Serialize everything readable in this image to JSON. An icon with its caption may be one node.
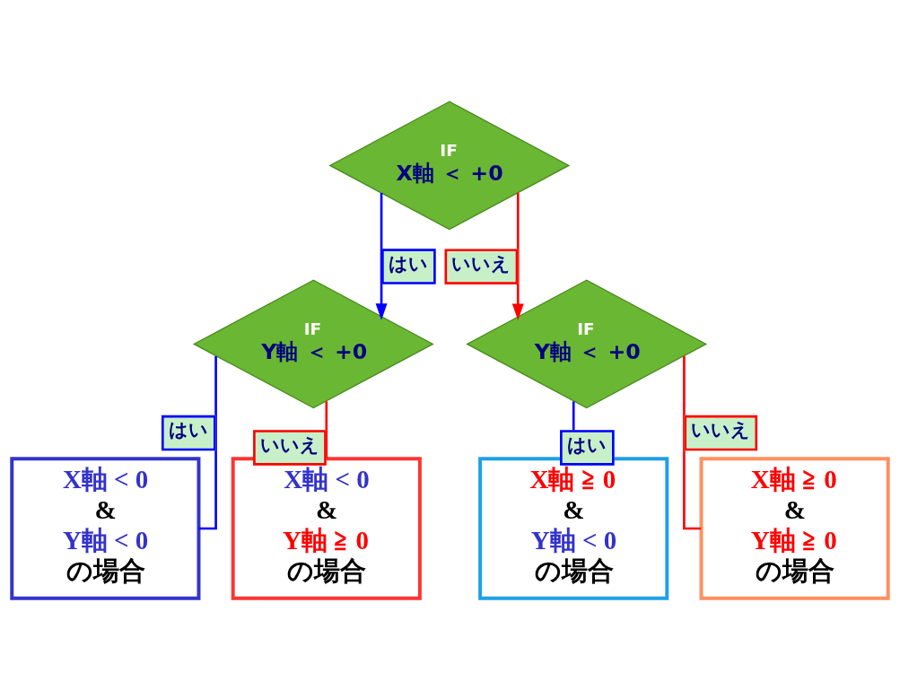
{
  "diagram": {
    "nodes": [
      {
        "text": [
          "IF",
          "X軸 ＜ +0"
        ]
      },
      {
        "text": [
          "IF",
          "Y軸 ＜ +0"
        ]
      },
      {
        "text": [
          "IF",
          "Y軸 ＜ +0"
        ]
      },
      {
        "text": [
          "X軸 < 0",
          "&",
          "Y軸 < 0",
          "の場合"
        ]
      },
      {
        "text": [
          "X軸 < 0",
          "&",
          "Y軸 ≧ 0",
          "の場合"
        ]
      },
      {
        "text": [
          "X軸 ≧ 0",
          "&",
          "Y軸 < 0",
          "の場合"
        ]
      },
      {
        "text": [
          "X軸 ≧ 0",
          "&",
          "Y軸 ≧ 0",
          "の場合"
        ]
      }
    ],
    "edges": [
      {
        "from": 0,
        "to": 1,
        "arrow": "to",
        "label": "はい",
        "color": "#0000ff"
      },
      {
        "from": 0,
        "to": 2,
        "arrow": "to",
        "label": "いいえ",
        "color": "#ff0000"
      },
      {
        "from": 1,
        "to": 3,
        "arrow": "none",
        "label": "はい",
        "color": "#0000ff"
      },
      {
        "from": 1,
        "to": 4,
        "arrow": "none",
        "label": "いいえ",
        "color": "#ff0000"
      },
      {
        "from": 2,
        "to": 5,
        "arrow": "none",
        "label": "はい",
        "color": "#0000ff"
      },
      {
        "from": 2,
        "to": 6,
        "arrow": "none",
        "label": "いいえ",
        "color": "#ff0000"
      }
    ]
  }
}
